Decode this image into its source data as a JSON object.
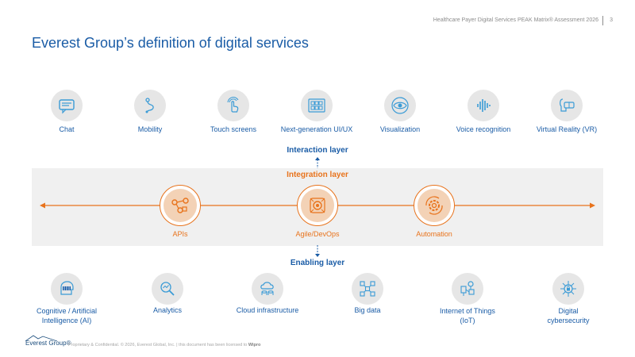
{
  "header": {
    "report_title": "Healthcare Payer Digital Services PEAK Matrix® Assessment 2026",
    "page_number": "3"
  },
  "page_title": "Everest Group’s definition of digital services",
  "interaction_items": [
    {
      "label": "Chat",
      "icon": "chat-icon"
    },
    {
      "label": "Mobility",
      "icon": "mobility-icon"
    },
    {
      "label": "Touch screens",
      "icon": "touch-icon"
    },
    {
      "label": "Next-generation UI/UX",
      "icon": "ui-grid-icon"
    },
    {
      "label": "Visualization",
      "icon": "eye-icon"
    },
    {
      "label": "Voice recognition",
      "icon": "voice-wave-icon"
    },
    {
      "label": "Virtual Reality (VR)",
      "icon": "vr-headset-icon"
    }
  ],
  "layers": {
    "interaction": "Interaction layer",
    "integration": "Integration layer",
    "enabling": "Enabling layer"
  },
  "integration_items": [
    {
      "label": "APIs",
      "icon": "api-nodes-icon"
    },
    {
      "label": "Agile/DevOps",
      "icon": "agile-gear-icon"
    },
    {
      "label": "Automation",
      "icon": "automation-gear-icon"
    }
  ],
  "enabling_items": [
    {
      "label": "Cognitive / Artificial Intelligence (AI)",
      "icon": "ai-brain-icon"
    },
    {
      "label": "Analytics",
      "icon": "analytics-icon"
    },
    {
      "label": "Cloud infrastructure",
      "icon": "cloud-icon"
    },
    {
      "label": "Big data",
      "icon": "big-data-icon"
    },
    {
      "label": "Internet of Things (IoT)",
      "icon": "iot-icon"
    },
    {
      "label": "Digital cybersecurity",
      "icon": "cybersecurity-icon"
    }
  ],
  "footer": {
    "logo": "Everest Group®",
    "text": "Proprietary & Confidential. © 2026, Everest Global, Inc. | this document has been licensed to ",
    "licensee": "Wipro"
  },
  "colors": {
    "blue": "#1a5ca6",
    "orange": "#e8731c",
    "band": "#f0f0f0",
    "icon_bg": "#e6e6e6"
  }
}
